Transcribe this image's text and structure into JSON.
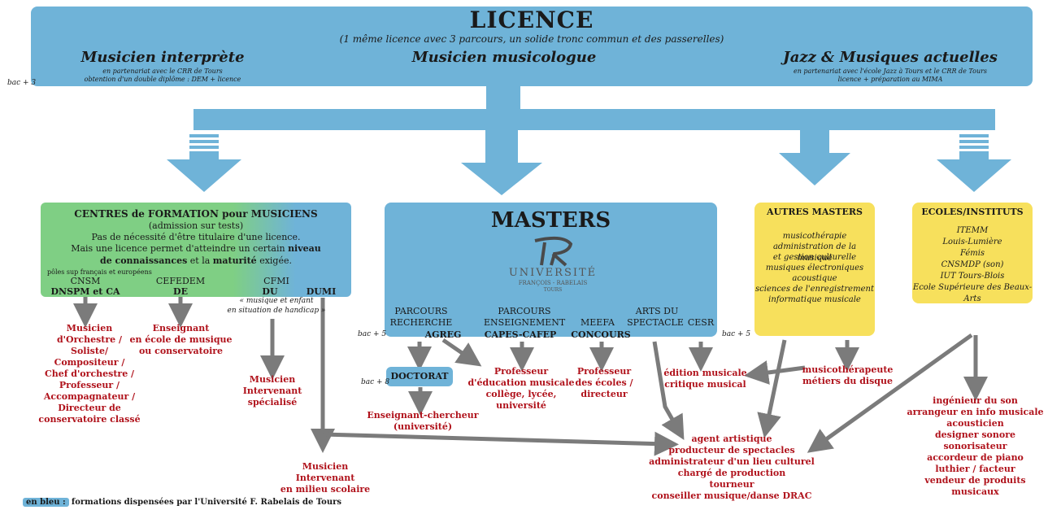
{
  "licence": {
    "title": "LICENCE",
    "subtitle": "(1 même licence avec 3 parcours, un solide tronc commun et des passerelles)",
    "parcours": [
      {
        "name": "Musicien interprète",
        "notes": [
          "en partenariat avec le CRR de Tours",
          "obtention d'un double diplôme : DEM + licence"
        ]
      },
      {
        "name": "Musicien musicologue",
        "notes": []
      },
      {
        "name": "Jazz & Musiques actuelles",
        "notes": [
          "en partenariat avec l'école Jazz à Tours et le CRR de Tours",
          "licence + préparation au MIMA"
        ]
      }
    ]
  },
  "levels": {
    "bac3": "bac + 3",
    "bac5_left": "bac + 5",
    "bac5_right": "bac + 5",
    "bac8": "bac + 8"
  },
  "centres": {
    "title_a": "CENTRES de FORMATION pour MUSICIENS",
    "lines": [
      "(admission sur tests)",
      "Pas de nécessité d'être titulaire d'une licence.",
      "Mais une licence permet d'atteindre un certain"
    ],
    "niveau": "niveau",
    "connaissances": "de connaissances",
    "et_la": "et la",
    "maturite": "maturité",
    "exigee": "exigée.",
    "poles": "pôles sup français et européens",
    "cnsm": "CNSM",
    "dnspm": "DNSPM et CA",
    "cefedem": "CEFEDEM",
    "de": "DE",
    "cfmi": "CFMI",
    "du": "DU",
    "dumi": "DUMI",
    "cfmi_note": [
      "« musique et enfant",
      "en situation de handicap »"
    ]
  },
  "masters": {
    "title": "MASTERS",
    "logo_word": "UNIVERSITÉ",
    "logo_line": "FRANÇOIS - RABELAIS",
    "logo_city": "TOURS",
    "parcours": [
      {
        "line1": "PARCOURS",
        "line2": "RECHERCHE",
        "diploma": "AGREG"
      },
      {
        "line1": "PARCOURS",
        "line2": "ENSEIGNEMENT",
        "diploma": "CAPES-CAFEP"
      },
      {
        "line1": "",
        "line2": "MEEFA",
        "diploma": "CONCOURS"
      },
      {
        "line1": "ARTS DU",
        "line2": "SPECTACLE",
        "diploma": ""
      },
      {
        "line1": "",
        "line2": "CESR",
        "diploma": ""
      }
    ]
  },
  "doctorat": "DOCTORAT",
  "autres": {
    "title": "AUTRES MASTERS",
    "items": [
      "musicothérapie",
      "administration de la musique",
      "et gestion culturelle",
      "musiques électroniques",
      "acoustique",
      "sciences de l'enregistrement",
      "informatique musicale"
    ]
  },
  "ecoles": {
    "title": "ECOLES/INSTITUTS",
    "items": [
      "ITEMM",
      "Louis-Lumière",
      "Fémis",
      "CNSMDP (son)",
      "IUT Tours-Blois",
      "Ecole Supérieure des Beaux-Arts"
    ]
  },
  "outcomes": {
    "cnsm": [
      "Musicien",
      "d'Orchestre /",
      "Soliste/",
      "Compositeur /",
      "Chef d'orchestre /",
      "Professeur /",
      "Accompagnateur /",
      "Directeur de",
      "conservatoire classé"
    ],
    "cefedem": [
      "Enseignant",
      "en école de musique",
      "ou conservatoire"
    ],
    "cfmi": [
      "Musicien",
      "Intervenant",
      "spécialisé"
    ],
    "dumi": [
      "Musicien",
      "Intervenant",
      "en milieu scolaire"
    ],
    "capes": [
      "Professeur",
      "d'éducation musicale",
      "collège, lycée, université"
    ],
    "meefa": [
      "Professeur",
      "des écoles /",
      "directeur"
    ],
    "doctorat": [
      "Enseignant-chercheur",
      "(université)"
    ],
    "cesr": [
      "édition musicale",
      "critique musical"
    ],
    "autres": [
      "musicothérapeute",
      "métiers du disque"
    ],
    "agent": [
      "agent artistique",
      "producteur de spectacles",
      "administrateur d'un lieu culturel",
      "chargé de production",
      "tourneur",
      "conseiller musique/danse DRAC"
    ],
    "ecoles": [
      "ingénieur du son",
      "arrangeur en info musicale",
      "acousticien",
      "designer sonore",
      "sonorisateur",
      "accordeur de piano",
      "luthier / facteur",
      "vendeur de produits musicaux"
    ]
  },
  "legend": {
    "tag": "en bleu :",
    "text": "formations dispensées par l'Université F. Rabelais de Tours"
  },
  "colors": {
    "blue": "#6fb3d8",
    "yellow": "#f7e05c",
    "green": "#7fcf84",
    "red": "#b0121b",
    "arrow": "#7b7b7b"
  }
}
